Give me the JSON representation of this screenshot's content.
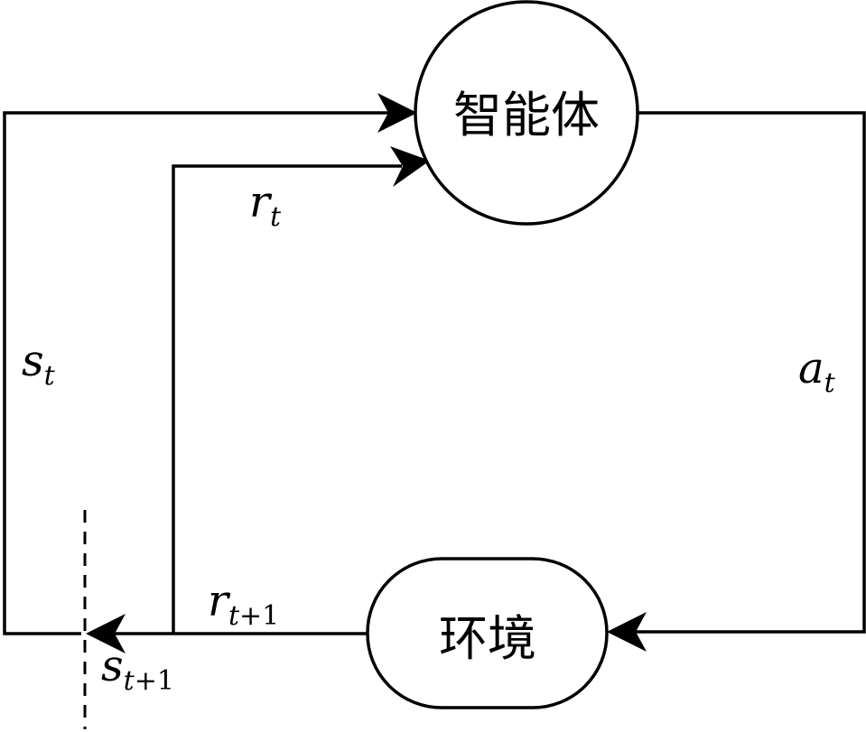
{
  "agent": {
    "label": "智能体"
  },
  "environment": {
    "label": "环境"
  },
  "signals": {
    "state_t": {
      "base": "s",
      "sub": "t"
    },
    "reward_t": {
      "base": "r",
      "sub": "t"
    },
    "action_t": {
      "base": "a",
      "sub": "t"
    },
    "reward_t1": {
      "base": "r",
      "sub_var": "t",
      "sub_rest": "+1"
    },
    "state_t1": {
      "base": "s",
      "sub_var": "t",
      "sub_rest": "+1"
    }
  }
}
